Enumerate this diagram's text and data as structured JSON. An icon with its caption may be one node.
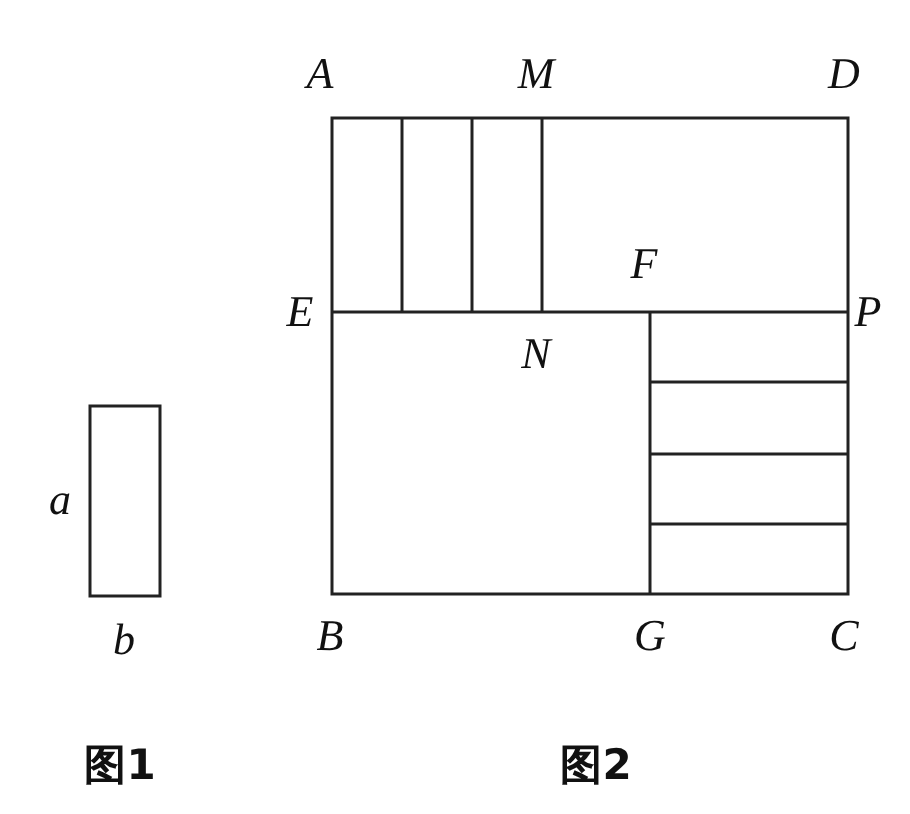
{
  "diagram": {
    "labels": [
      "A",
      "M",
      "D",
      "E",
      "F",
      "P",
      "N",
      "a",
      "b",
      "B",
      "G",
      "C",
      "图1",
      "图2"
    ]
  }
}
